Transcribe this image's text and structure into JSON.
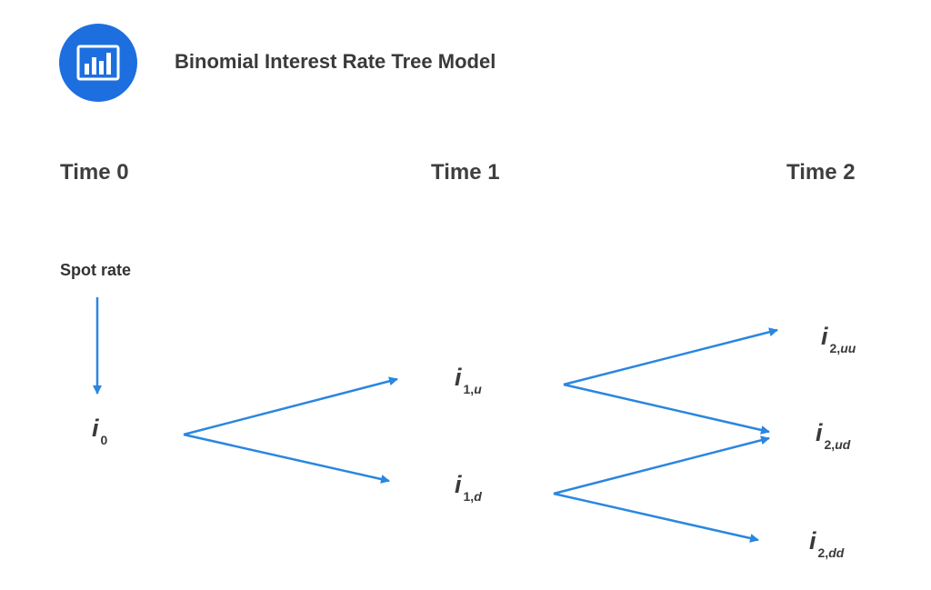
{
  "header": {
    "title": "Binomial Interest Rate Tree Model",
    "logo_icon": "bar-chart-icon",
    "accent_color": "#1d6fe0"
  },
  "times": [
    "Time 0",
    "Time 1",
    "Time 2"
  ],
  "spot_label": "Spot rate",
  "arrow_color": "#2a86e0",
  "nodes": {
    "i0": {
      "symbol": "i",
      "sub_num": "0",
      "sub_var": ""
    },
    "i1u": {
      "symbol": "i",
      "sub_num": "1,",
      "sub_var": "u"
    },
    "i1d": {
      "symbol": "i",
      "sub_num": "1,",
      "sub_var": "d"
    },
    "i2uu": {
      "symbol": "i",
      "sub_num": "2,",
      "sub_var": "uu"
    },
    "i2ud": {
      "symbol": "i",
      "sub_num": "2,",
      "sub_var": "ud"
    },
    "i2dd": {
      "symbol": "i",
      "sub_num": "2,",
      "sub_var": "dd"
    }
  }
}
